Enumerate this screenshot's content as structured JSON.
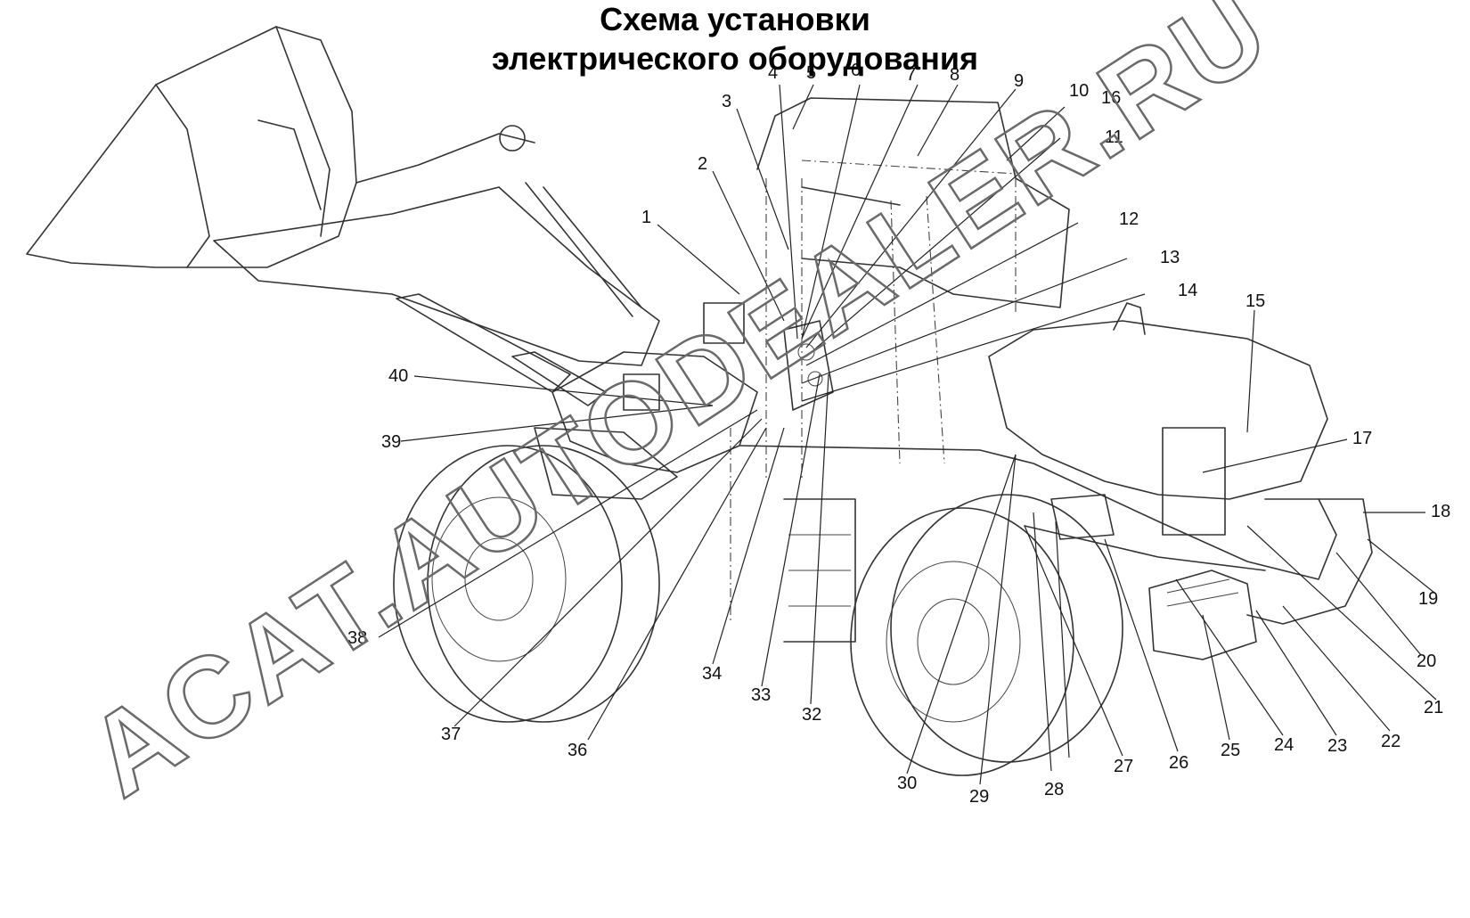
{
  "watermark": "ACAT.AUTODEALER.RU",
  "caption": {
    "line1": "Схема установки",
    "line2": "электрического оборудования"
  },
  "callouts": [
    "1",
    "2",
    "3",
    "4",
    "5",
    "6",
    "7",
    "8",
    "9",
    "10",
    "11",
    "12",
    "13",
    "14",
    "15",
    "16",
    "17",
    "18",
    "19",
    "20",
    "21",
    "22",
    "23",
    "24",
    "25",
    "26",
    "27",
    "28",
    "29",
    "30",
    "32",
    "33",
    "34",
    "36",
    "37",
    "38",
    "39",
    "40"
  ]
}
